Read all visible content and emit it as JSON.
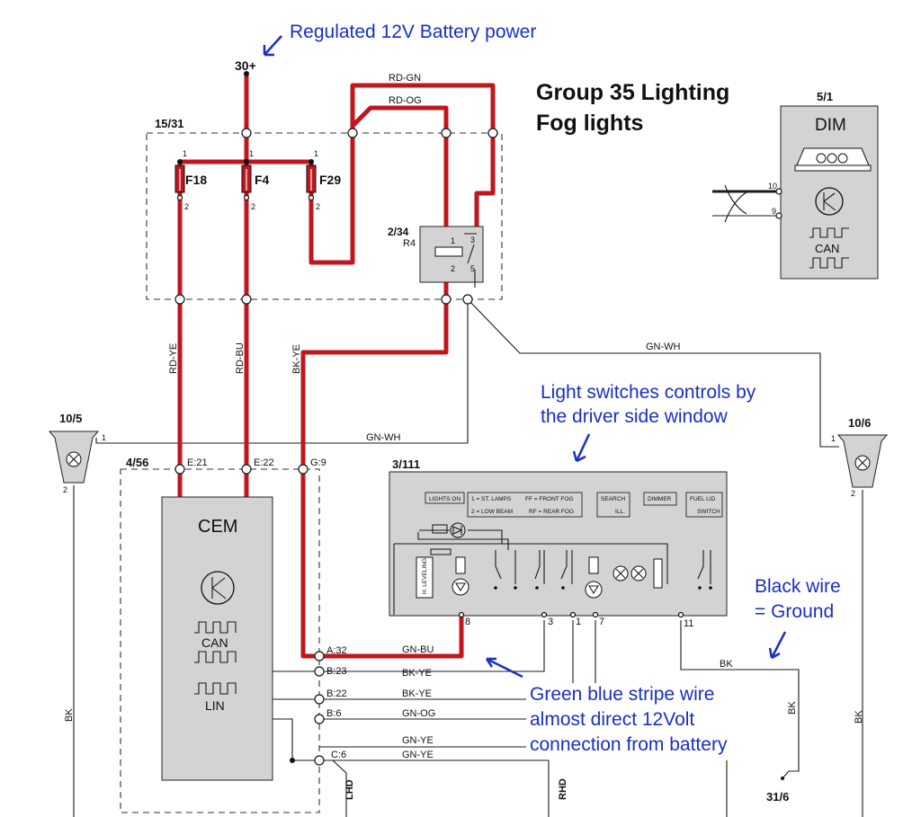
{
  "annotations": {
    "battery_power": "Regulated 12V Battery power",
    "light_switch_1": "Light switches controls by",
    "light_switch_2": "the driver side window",
    "black_wire_1": "Black wire",
    "black_wire_2": "= Ground",
    "green_blue_1": "Green blue stripe wire",
    "green_blue_2": "almost direct 12Volt",
    "green_blue_3": "connection from battery"
  },
  "title": {
    "line1": "Group 35 Lighting",
    "line2": "Fog lights"
  },
  "components": {
    "terminal_30": "30+",
    "fuse_box": "15/31",
    "fuse_f18": "F18",
    "fuse_f4": "F4",
    "fuse_f29": "F29",
    "relay_id": "2/34",
    "relay_r4": "R4",
    "dim_id": "5/1",
    "dim_name": "DIM",
    "dim_can": "CAN",
    "lamp_left_id": "10/5",
    "lamp_right_id": "10/6",
    "cem_box": "4/56",
    "cem_name": "CEM",
    "cem_can": "CAN",
    "cem_lin": "LIN",
    "switch_id": "3/111",
    "ground_id": "31/6"
  },
  "wire_colors": {
    "rd_gn": "RD-GN",
    "rd_og": "RD-OG",
    "rd_ye": "RD-YE",
    "rd_bu": "RD-BU",
    "bk_ye": "BK-YE",
    "gn_wh": "GN-WH",
    "gn_bu": "GN-BU",
    "gn_og": "GN-OG",
    "gn_ye": "GN-YE",
    "bk": "BK"
  },
  "pins": {
    "p1": "1",
    "p2": "2",
    "p3": "3",
    "p5": "5",
    "p7": "7",
    "p8": "8",
    "p9": "9",
    "p10": "10",
    "p11": "11",
    "e21": "E:21",
    "e22": "E:22",
    "g9": "G:9",
    "a32": "A:32",
    "b23": "B:23",
    "b22": "B:22",
    "b6": "B:6",
    "c6": "C:6",
    "lhd": "LHD",
    "rhd": "RHD"
  },
  "switch_panel": {
    "lights_on": "LIGHTS ON",
    "st_lamps": "1 = ST. LAMPS",
    "low_beam": "2 = LOW BEAM",
    "front_fog": "FF = FRONT FOG",
    "rear_fog": "RF = REAR FOG",
    "search": "SEARCH",
    "ill": "ILL.",
    "dimmer": "DIMMER",
    "fuel_lid": "FUEL LID",
    "switch": "SWITCH",
    "h_leveling": "H. LEVELING"
  },
  "colors": {
    "power_wire": "#c0171e",
    "annotation": "#1a2fc4",
    "component_fill": "#d3d3d3"
  }
}
